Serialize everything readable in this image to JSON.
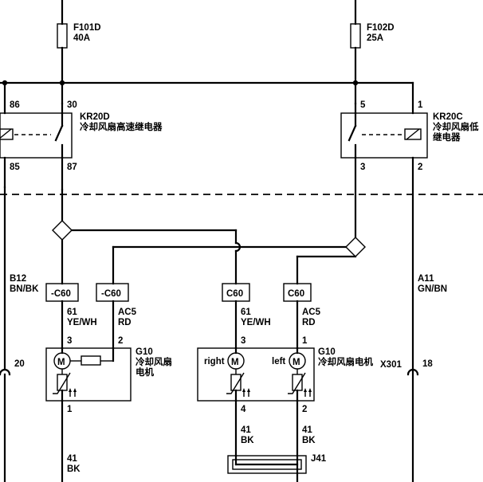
{
  "fuses": {
    "f101d": {
      "id": "F101D",
      "rating": "40A"
    },
    "f102d": {
      "id": "F102D",
      "rating": "25A"
    }
  },
  "relays": {
    "kr20d": {
      "id": "KR20D",
      "name": "冷却风扇高速继电器",
      "pins": {
        "p86": "86",
        "p30": "30",
        "p85": "85",
        "p87": "87"
      }
    },
    "kr20c": {
      "id": "KR20C",
      "name_line1": "冷却风扇低",
      "name_line2": "继电器",
      "pins": {
        "p5": "5",
        "p1": "1",
        "p3": "3",
        "p2": "2"
      }
    }
  },
  "connectors": {
    "c1": "-C60",
    "c2": "-C60",
    "c3": "C60",
    "c4": "C60"
  },
  "wires": {
    "b12": {
      "circuit": "B12",
      "color": "BN/BK"
    },
    "a11": {
      "circuit": "A11",
      "color": "GN/BN"
    },
    "w61a": {
      "circuit": "61",
      "color": "YE/WH"
    },
    "ac5a": {
      "circuit": "AC5",
      "color": "RD"
    },
    "w61b": {
      "circuit": "61",
      "color": "YE/WH"
    },
    "ac5b": {
      "circuit": "AC5",
      "color": "RD"
    },
    "w41b_left": {
      "circuit": "41",
      "color": "BK"
    },
    "w41b_mid": {
      "circuit": "41",
      "color": "BK"
    },
    "w41b_right": {
      "circuit": "41",
      "color": "BK"
    }
  },
  "motor1": {
    "id": "G10",
    "name_line1": "冷却风扇",
    "name_line2": "电机",
    "pin_top_left": "3",
    "pin_top_right": "2",
    "pin_bottom": "1",
    "motor_symbol": "M"
  },
  "motor2": {
    "id": "G10",
    "name": "冷却风扇电机",
    "connector": "X301",
    "right_label": "right",
    "left_label": "left",
    "pin_3": "3",
    "pin_1": "1",
    "pin_4": "4",
    "pin_2": "2",
    "motor_symbol": "M"
  },
  "splice": {
    "id": "J41"
  },
  "side_pins": {
    "left": "20",
    "right": "18"
  }
}
